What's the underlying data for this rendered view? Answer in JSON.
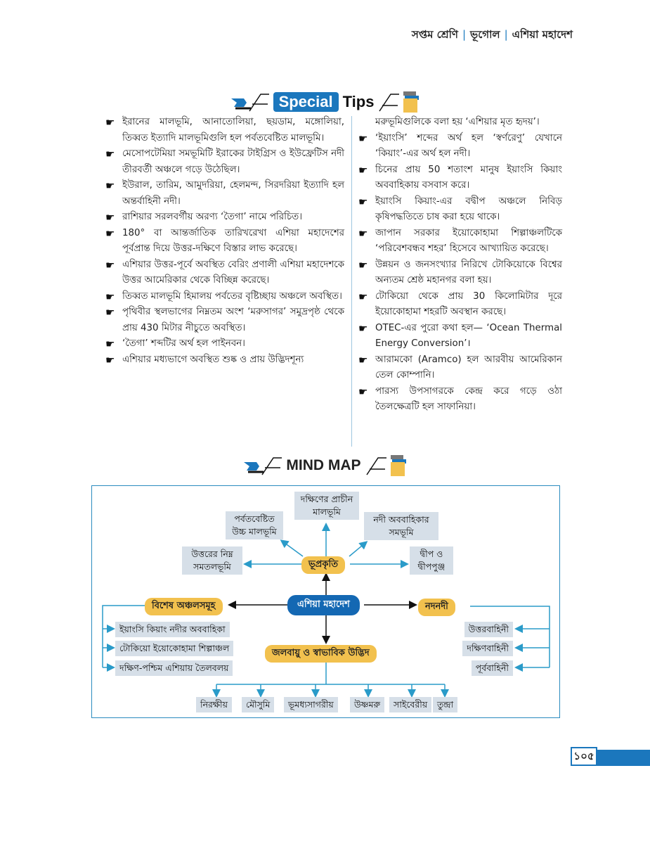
{
  "header": {
    "class": "সপ্তম শ্রেণি",
    "subject": "ভূগোল",
    "chapter": "এশিয়া মহাদেশ",
    "separator": "|"
  },
  "special_tips": {
    "title_highlight": "Special",
    "title_rest": "Tips",
    "bullet_icon": "pointing-hand-icon",
    "left": [
      "ইরানের মালভূমি, আনাতোলিয়া, ছয়ডাম, মঙ্গোলিয়া, তিব্বত ইত্যাদি মালভূমিগুলি হল পর্বতবেষ্টিত মালভূমি।",
      "মেসোপটেমিয়া সমভূমিটি ইরাকের টাইগ্রিস ও ইউফ্রেটিস নদী তীরবর্তী অঞ্চলে গড়ে উঠেছিল।",
      "ইউরাল, তারিম, আমুদরিয়া, হেলমন্দ, সিরদরিয়া ইত্যাদি হল অন্তর্বাহিনী নদী।",
      "রাশিয়ার সরলবর্গীয় অরণ্য ‘তৈগা’ নামে পরিচিত।",
      "180° বা আন্তর্জাতিক তারিখরেখা এশিয়া মহাদেশের পূর্বপ্রান্ত দিয়ে উত্তর-দক্ষিণে বিস্তার লাভ করেছে।",
      "এশিয়ার উত্তর-পূর্বে অবস্থিত বেরিং প্রণালী এশিয়া মহাদেশকে উত্তর আমেরিকার থেকে বিচ্ছিন্ন করেছে।",
      "তিব্বত মালভূমি হিমালয় পর্বতের বৃষ্টিচ্ছায় অঞ্চলে অবস্থিত।",
      "পৃথিবীর স্থলভাগের নিম্নতম অংশ ‘মরুসাগর’ সমুদ্রপৃষ্ঠ থেকে প্রায় 430 মিটার নীচুতে অবস্থিত।",
      "‘তৈগা’ শব্দটির অর্থ হল পাইনবন।",
      "এশিয়ার মধ্যভাগে অবস্থিত শুষ্ক ও প্রায় উদ্ভিদশূন্য"
    ],
    "right_continuation": "মরুভূমিগুলিকে বলা হয় ‘এশিয়ার মৃত হৃদয়’।",
    "right": [
      "‘ইয়াংসি’ শব্দের অর্থ হল ‘স্বর্ণরেণু’ যেখানে ‘কিয়াং’-এর অর্থ হল নদী।",
      "চিনের প্রায় 50 শতাংশ মানুষ ইয়াংসি কিয়াং অববাহিকায় বসবাস করে।",
      "ইয়াংসি কিয়াং-এর বদ্বীপ অঞ্চলে নিবিড় কৃষিপদ্ধতিতে চাষ করা হয়ে থাকে।",
      "জাপান সরকার ইয়োকোহামা শিল্পাঞ্চলটিকে ‘পরিবেশবন্ধব শহর’ হিসেবে আখ্যায়িত করেছে।",
      "উন্নয়ন ও জনসংখ্যার নিরিখে টোকিয়োকে বিশ্বের অন্যতম শ্রেষ্ঠ মহানগর বলা হয়।",
      "টোকিয়ো থেকে প্রায় 30 কিলোমিটার দূরে ইয়োকোহামা শহরটি অবস্থান করছে।",
      "OTEC-এর পুরো কথা হল— ‘Ocean Thermal Energy Conversion’।",
      "আরামকো (Aramco) হল আরবীয় আমেরিকান তেল কোম্পানি।",
      "পারস্য উপসাগরকে কেন্দ্র করে গড়ে ওঠা তৈলক্ষেত্রটি হল সাফানিয়া।"
    ]
  },
  "mind_map": {
    "title": "MIND MAP",
    "center": "এশিয়া মহাদেশ",
    "landform": {
      "label": "ভূপ্রকৃতি",
      "children": [
        "দক্ষিণের প্রাচীন মালভূমি",
        "পর্বতবেষ্টিত উচ্চ মালভূমি",
        "নদী অববাহিকার সমভূমি",
        "উত্তরের নিম্ন সমতলভূমি",
        "দ্বীপ ও দ্বীপপুঞ্জ"
      ]
    },
    "regions": {
      "label": "বিশেষ অঞ্চলসমূহ",
      "children": [
        "ইয়াংসি কিয়াং নদীর অববাহিকা",
        "টোকিয়ো ইয়োকোহামা শিল্পাঞ্চল",
        "দক্ষিণ-পশ্চিম এশিয়ায় তৈলবলয়"
      ]
    },
    "rivers": {
      "label": "নদনদী",
      "children": [
        "উত্তরবাহিনী",
        "দক্ষিণবাহিনী",
        "পূর্ববাহিনী"
      ]
    },
    "climate": {
      "label": "জলবায়ু ও স্বাভাবিক উদ্ভিদ",
      "children": [
        "নিরক্ষীয়",
        "মৌসুমি",
        "ভূমধ্যসাগরীয়",
        "উষ্ণমরু",
        "সাইবেরীয়",
        "তুন্দ্রা"
      ]
    }
  },
  "page_number": "১০৫",
  "colors": {
    "accent": "#1b77bd",
    "pill": "#f2c14e",
    "node_bg": "#d6dfe8"
  }
}
